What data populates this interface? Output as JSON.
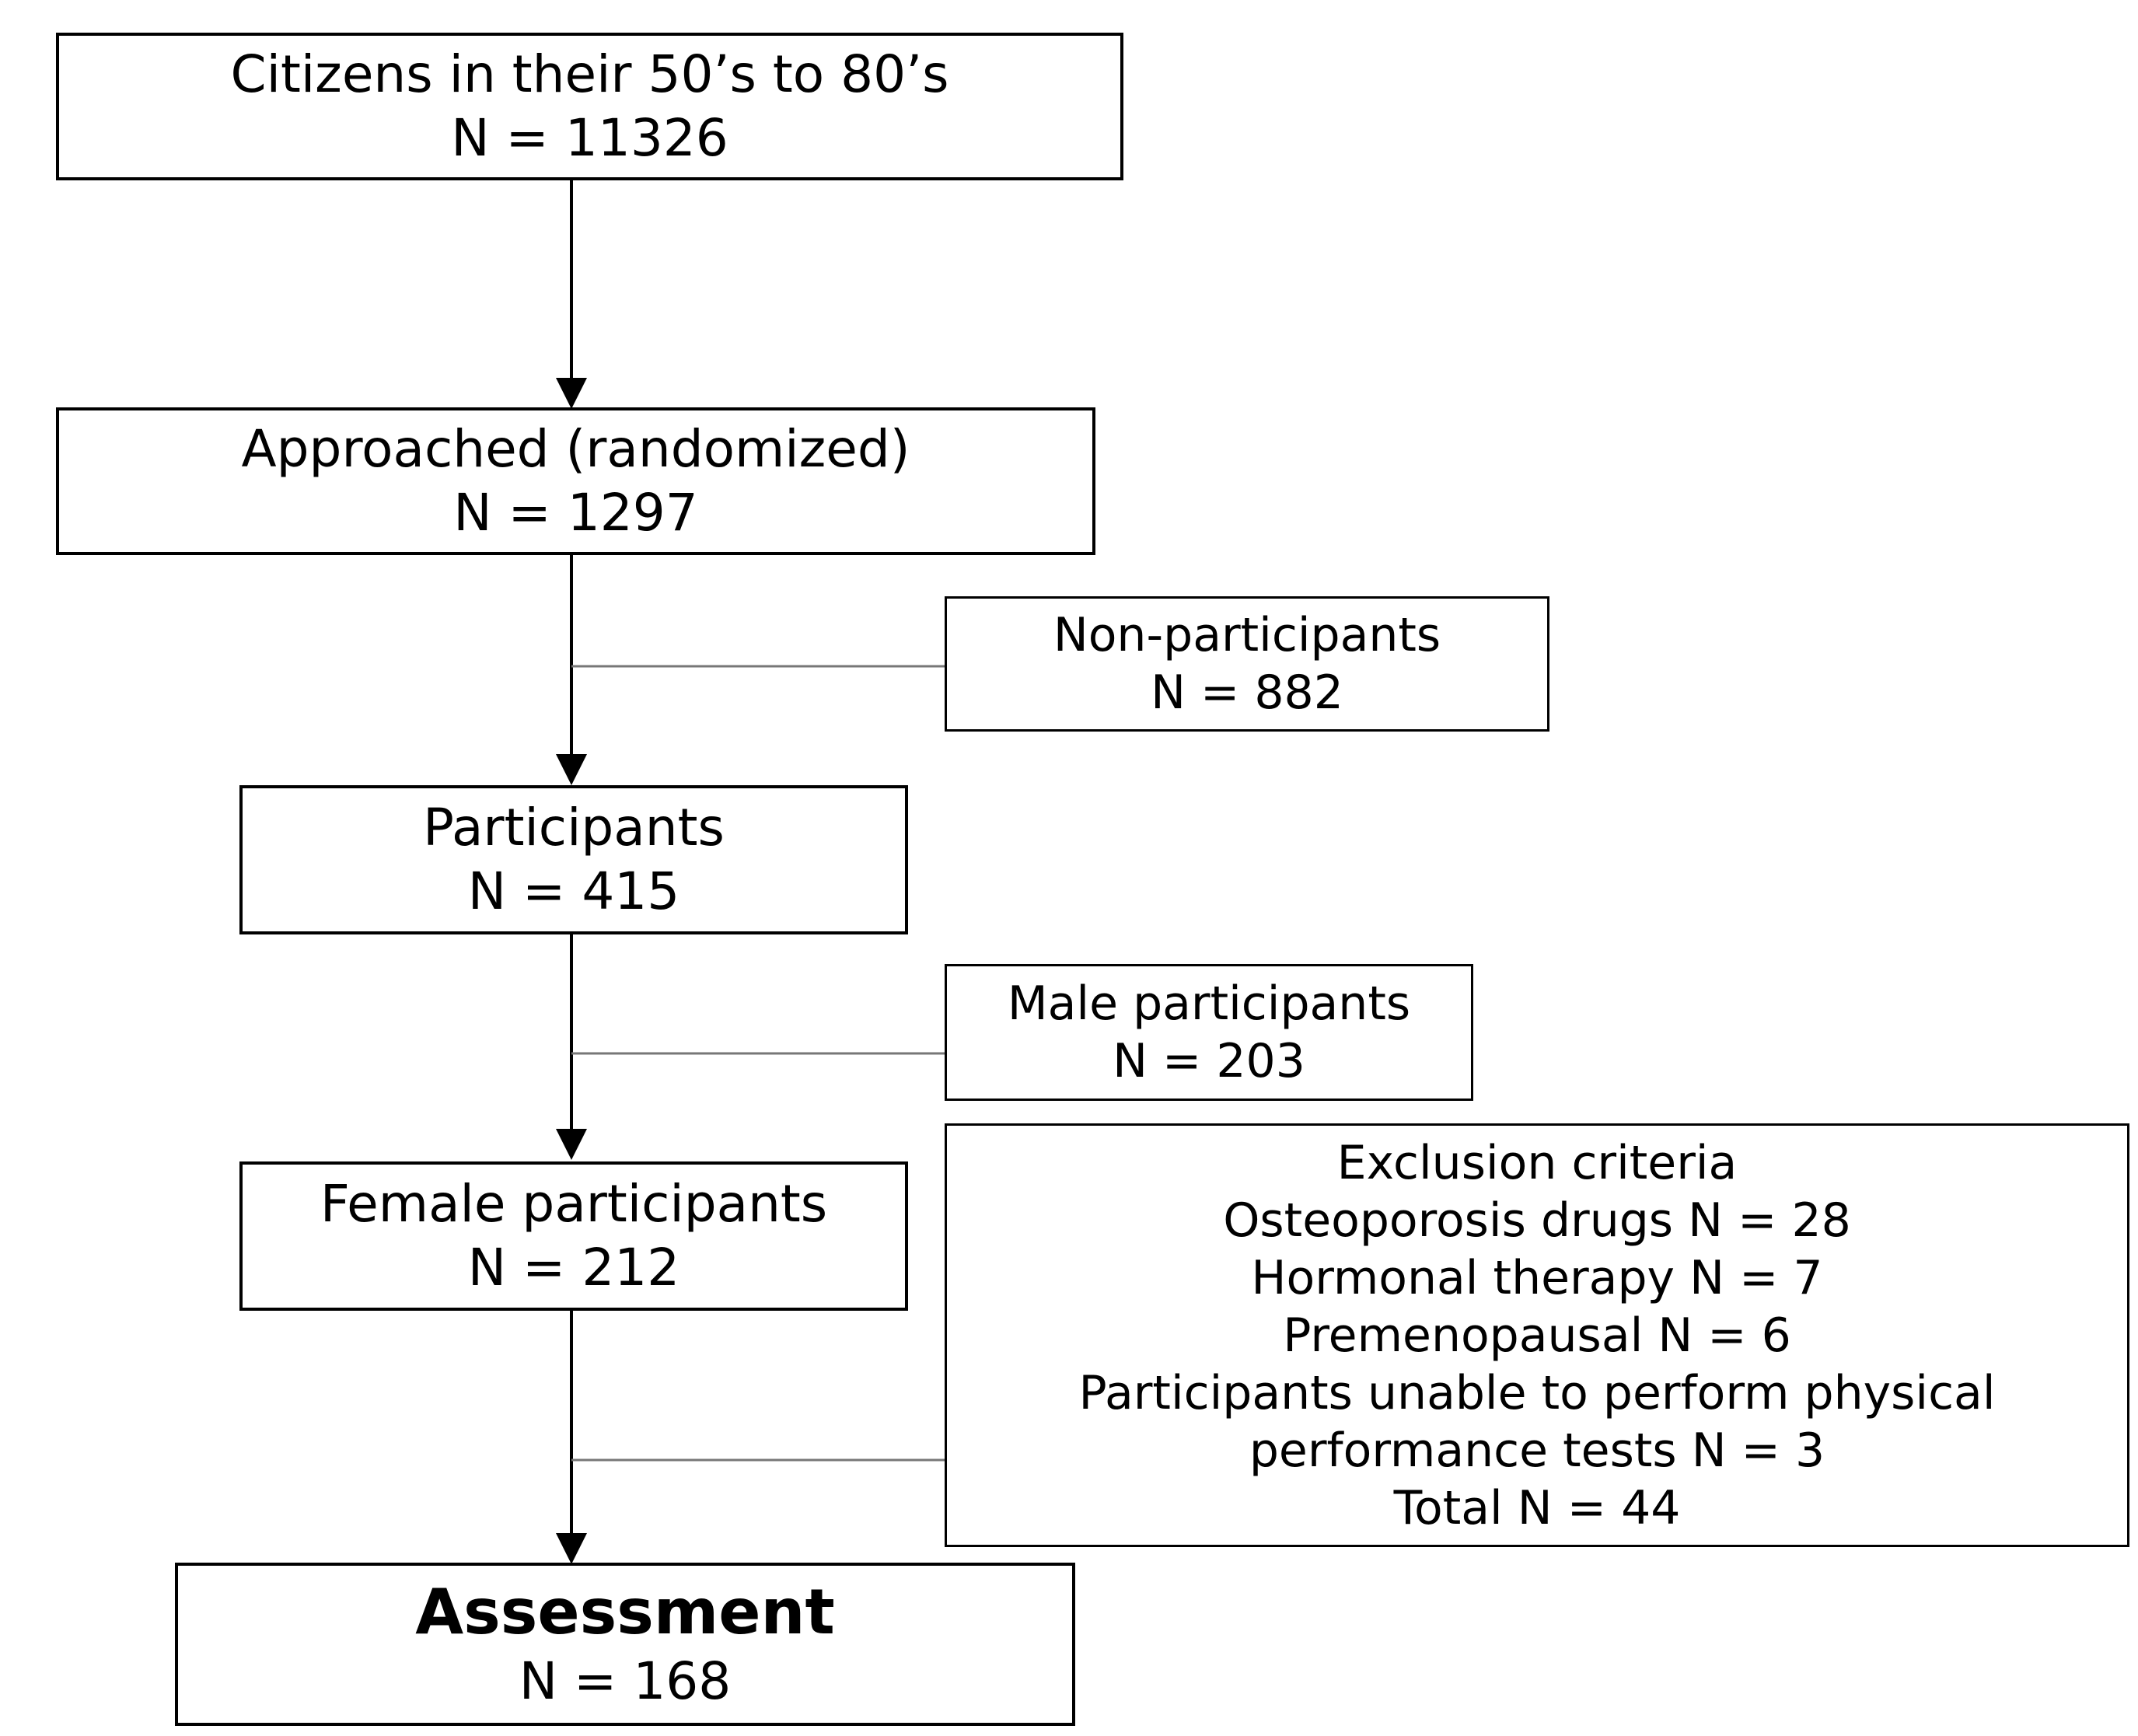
{
  "flowchart": {
    "citizens": {
      "title": "Citizens in their 50’s to 80’s",
      "n": "N = 11326"
    },
    "approached": {
      "title": "Approached (randomized)",
      "n": "N = 1297"
    },
    "non_participants": {
      "title": "Non-participants",
      "n": "N = 882"
    },
    "participants": {
      "title": "Participants",
      "n": "N = 415"
    },
    "male_participants": {
      "title": "Male participants",
      "n": "N = 203"
    },
    "female_participants": {
      "title": "Female participants",
      "n": "N = 212"
    },
    "exclusion": {
      "title": "Exclusion criteria",
      "lines": [
        "Osteoporosis drugs N = 28",
        "Hormonal therapy N = 7",
        "Premenopausal N = 6",
        "Participants unable to perform physical",
        "performance tests N =  3",
        "Total N = 44"
      ]
    },
    "assessment": {
      "title": "Assessment",
      "n": "N = 168"
    }
  }
}
